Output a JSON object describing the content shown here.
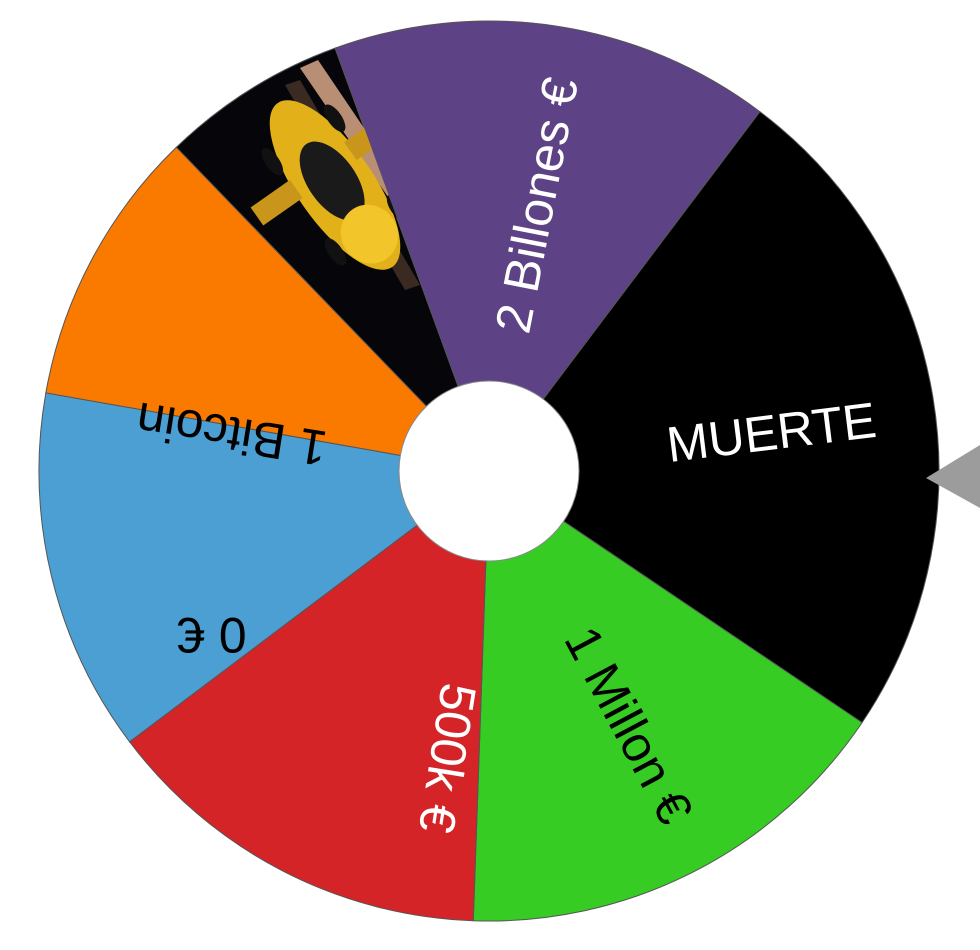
{
  "wheel": {
    "segments": [
      {
        "id": "muerte",
        "label": "MUERTE",
        "color": "#000000",
        "text_color": "#ffffff"
      },
      {
        "id": "1-millon",
        "label": "1 Millon €",
        "color": "#36cc24",
        "text_color": "#000000"
      },
      {
        "id": "500k",
        "label": "500k €",
        "color": "#d52428",
        "text_color": "#ffffff"
      },
      {
        "id": "0-euro",
        "label": "0 €",
        "color": "#4b9fd3",
        "text_color": "#000000"
      },
      {
        "id": "1-bitcoin",
        "label": "1 Bitcoin",
        "color": "#fa7a00",
        "text_color": "#000000"
      },
      {
        "id": "car-image",
        "label": "",
        "color": "#06060a",
        "text_color": "#ffffff",
        "image": "yellow-sports-car"
      },
      {
        "id": "2-billones",
        "label": "2 Billones €",
        "color": "#5d4385",
        "text_color": "#ffffff"
      }
    ],
    "hub_color": "#ffffff",
    "pointer_color": "#9c9c9c",
    "border_color": "#555555"
  }
}
